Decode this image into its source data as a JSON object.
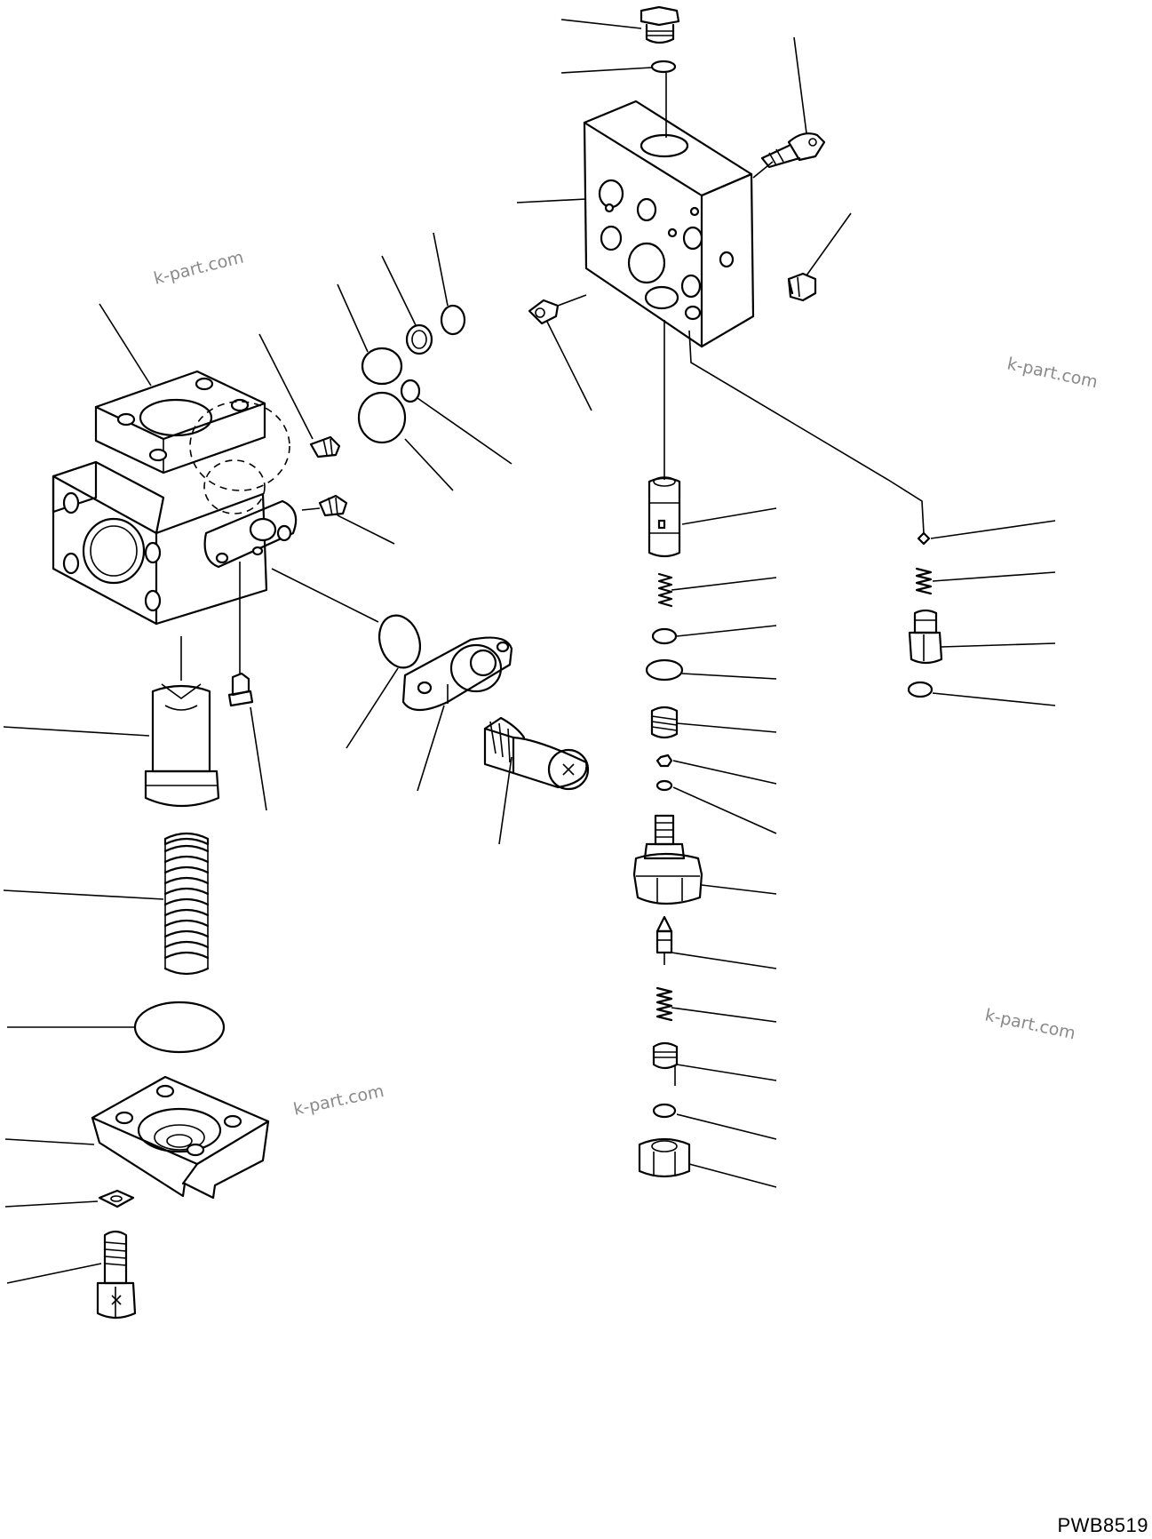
{
  "watermarks": [
    "k-part.com",
    "k-part.com",
    "k-part.com",
    "k-part.com"
  ],
  "figure_code": "PWB8519"
}
